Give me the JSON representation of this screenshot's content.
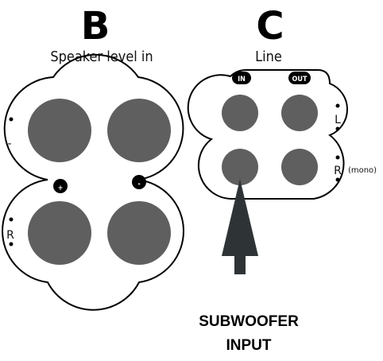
{
  "panel_b": {
    "letter": "B",
    "subtitle": "Speaker level in",
    "left_labels": {
      "top": "-",
      "bottom": "R"
    },
    "plus_badge": "+",
    "minus_badge": "-"
  },
  "panel_c": {
    "letter": "C",
    "subtitle": "Line",
    "in_badge": "IN",
    "out_badge": "OUT",
    "label_l": "L",
    "label_r": "R",
    "label_mono": "(mono)"
  },
  "caption": {
    "line1": "SUBWOOFER",
    "line2": "INPUT"
  },
  "colors": {
    "terminal": "#5f5f5f",
    "arrow": "#2e3336",
    "outline": "#000000"
  }
}
